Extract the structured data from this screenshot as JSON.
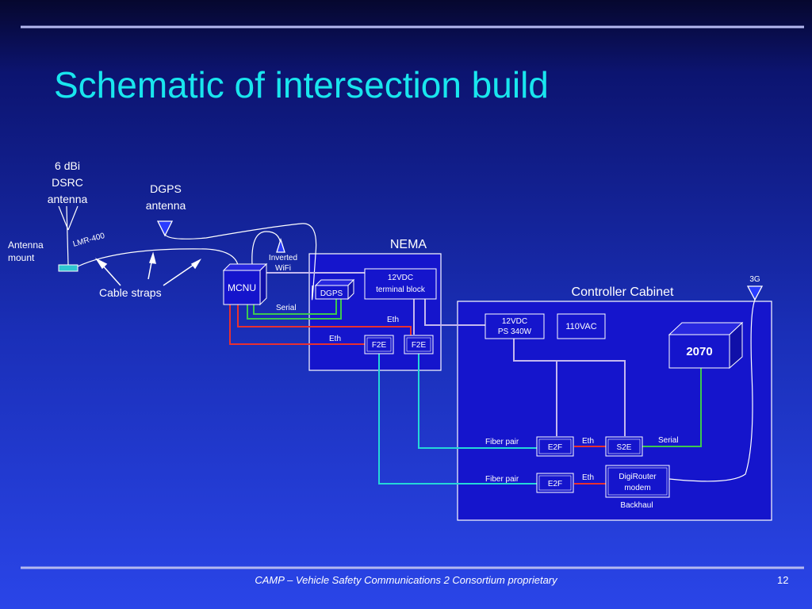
{
  "slide": {
    "title": "Schematic of intersection build",
    "footer": "CAMP – Vehicle Safety Communications 2 Consortium proprietary",
    "page_number": "12"
  },
  "labels": {
    "dsrc_antenna_1": "6 dBi",
    "dsrc_antenna_2": "DSRC",
    "dsrc_antenna_3": "antenna",
    "dgps_antenna_1": "DGPS",
    "dgps_antenna_2": "antenna",
    "antenna_mount_1": "Antenna",
    "antenna_mount_2": "mount",
    "lmr": "LMR-400",
    "cable_straps": "Cable straps",
    "inverted_wifi_1": "Inverted",
    "inverted_wifi_2": "WiFi",
    "serial_mcnu": "Serial",
    "eth_mcnu": "Eth",
    "eth_nema": "Eth",
    "nema": "NEMA",
    "controller_cabinet": "Controller Cabinet",
    "g3": "3G",
    "fiber_pair_1": "Fiber pair",
    "fiber_pair_2": "Fiber pair",
    "eth_e2f_1": "Eth",
    "eth_e2f_2": "Eth",
    "serial_s2e": "Serial",
    "backhaul": "Backhaul"
  },
  "devices": {
    "mcnu": "MCNU",
    "dgps": "DGPS",
    "terminal_block_1": "12VDC",
    "terminal_block_2": "terminal block",
    "f2e_1": "F2E",
    "f2e_2": "F2E",
    "ps_1": "12VDC",
    "ps_2": "PS 340W",
    "vac": "110VAC",
    "controller": "2070",
    "e2f_1": "E2F",
    "e2f_2": "E2F",
    "s2e": "S2E",
    "digirouter_1": "DigiRouter",
    "digirouter_2": "modem"
  },
  "colors": {
    "title": "#19e6ee",
    "cable_red": "#e83030",
    "cable_green": "#3cc850",
    "cable_cyan": "#25d6d8",
    "cable_lilac": "#c4b8ee",
    "box_fill": "#1515cc",
    "line_white": "#ffffff"
  }
}
